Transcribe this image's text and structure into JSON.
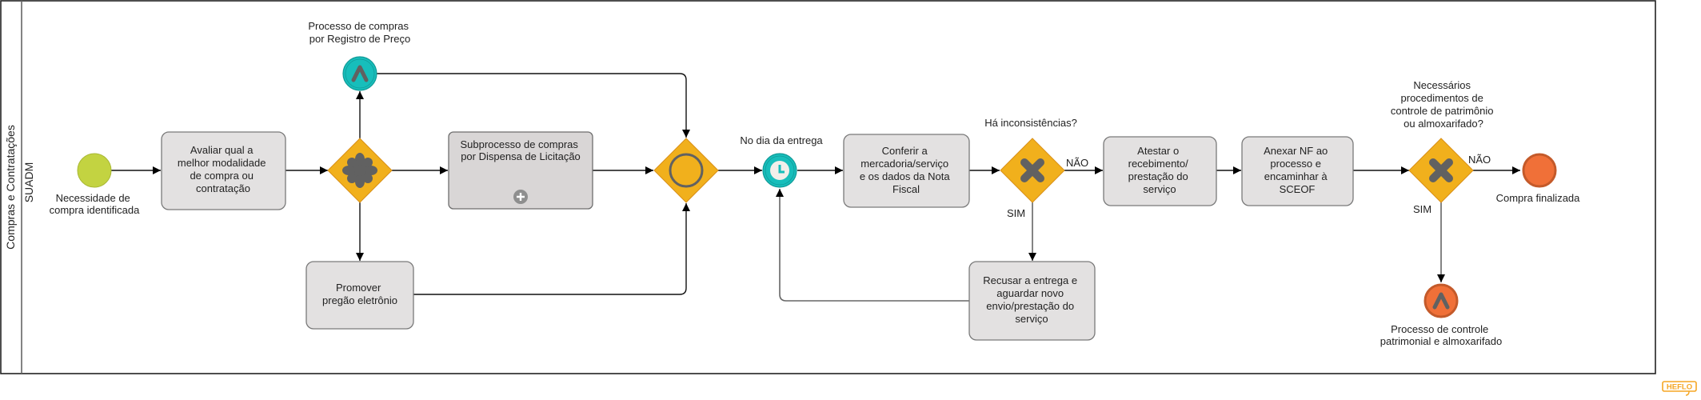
{
  "pool": {
    "label": "Compras e Contratações"
  },
  "lane": {
    "label": "SUADM"
  },
  "colors": {
    "start_event": "#C3D341",
    "gateway": "#F1B01C",
    "intermediate_event": "#17BEBB",
    "end_event": "#F07038",
    "task_fill": "#E3E1E1",
    "icon_grey": "#616161"
  },
  "events": {
    "start": {
      "label": [
        "Necessidade de",
        "compra identificada"
      ],
      "icon": "none-start-event"
    },
    "escalation_top": {
      "label": [
        "Processo de compras",
        "por Registro de Preço"
      ],
      "icon": "escalation-icon"
    },
    "timer": {
      "label": [
        "No dia da entrega"
      ],
      "icon": "timer-icon"
    },
    "end_main": {
      "label": [
        "Compra finalizada"
      ],
      "icon": "none-end-event"
    },
    "end_escalation": {
      "label": [
        "Processo de controle",
        "patrimonial e almoxarifado"
      ],
      "icon": "escalation-icon"
    }
  },
  "tasks": {
    "avaliar": [
      "Avaliar qual a",
      "melhor modalidade",
      "de compra ou",
      "contratação"
    ],
    "promover": [
      "Promover",
      "pregão eletrônio"
    ],
    "subprocesso": [
      "Subprocesso de compras",
      "por Dispensa de Licitação"
    ],
    "conferir": [
      "Conferir a",
      "mercadoria/serviço",
      "e os dados da Nota",
      "Fiscal"
    ],
    "atestar": [
      "Atestar o",
      "recebimento/",
      "prestação do",
      "serviço"
    ],
    "anexar": [
      "Anexar NF ao",
      "processo e",
      "encaminhar à",
      "SCEOF"
    ],
    "recusar": [
      "Recusar a entrega e",
      "aguardar novo",
      "envio/prestação do",
      "serviço"
    ]
  },
  "gateways": {
    "complex": {
      "type": "complex",
      "icon": "asterisk-icon"
    },
    "event_based": {
      "type": "event-based",
      "icon": "circle-icon"
    },
    "inconsistencias": {
      "type": "exclusive",
      "icon": "x-icon",
      "label": [
        "Há inconsistências?"
      ]
    },
    "patrimonio": {
      "type": "exclusive",
      "icon": "x-icon",
      "label": [
        "Necessários",
        "procedimentos de",
        "controle de patrimônio",
        "ou almoxarifado?"
      ]
    }
  },
  "flow_labels": {
    "inconsistencias_nao": "NÃO",
    "inconsistencias_sim": "SIM",
    "patrimonio_nao": "NÃO",
    "patrimonio_sim": "SIM"
  },
  "branding": {
    "logo_text": "HEFLO"
  }
}
